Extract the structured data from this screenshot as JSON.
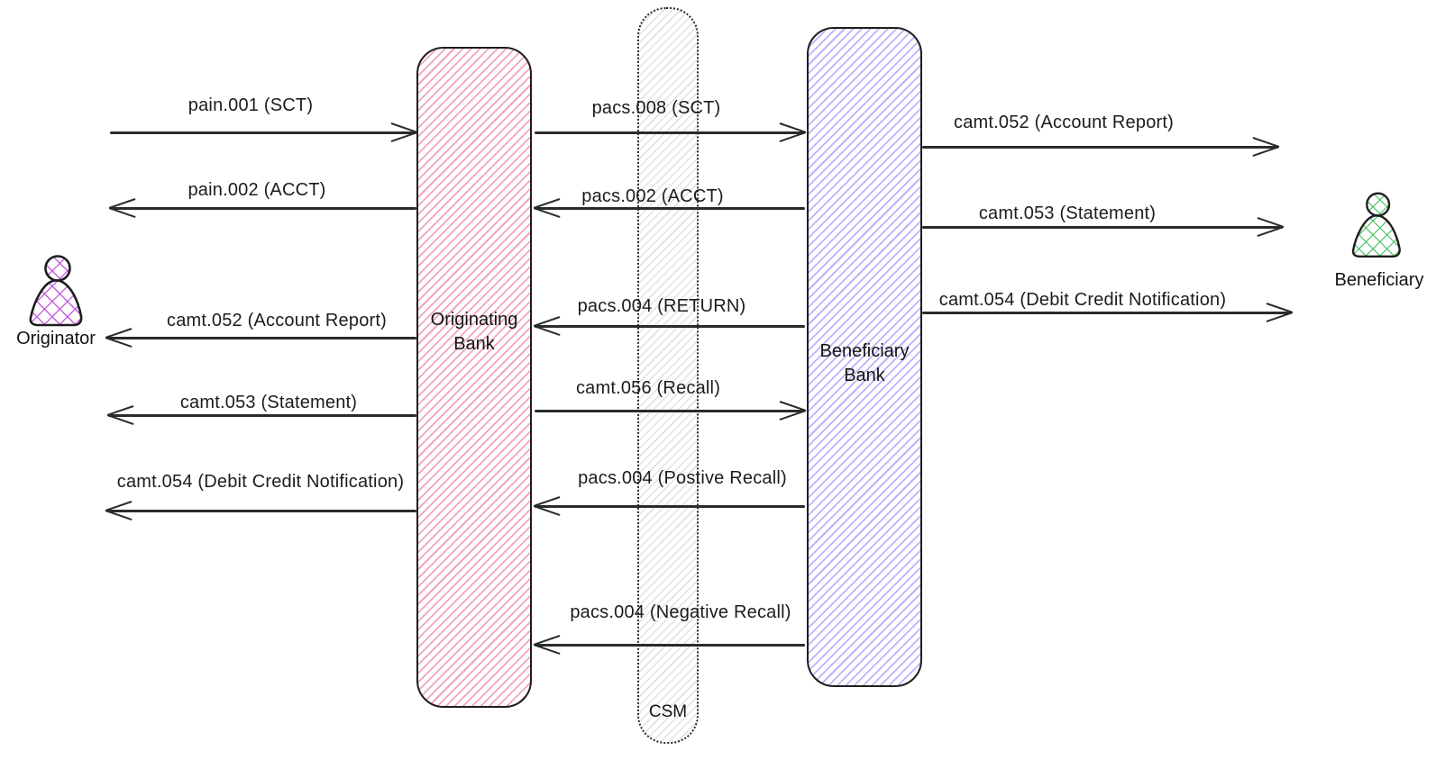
{
  "diagram_type": "payment-message-flow",
  "actors": {
    "originator": {
      "label": "Originator",
      "icon": "person-icon",
      "color": "#be4bdb"
    },
    "beneficiary": {
      "label": "Beneficiary",
      "icon": "person-icon",
      "color": "#40c057"
    }
  },
  "nodes": {
    "originating_bank": {
      "label": "Originating Bank",
      "color": "#e64980",
      "fill_style": "hachure"
    },
    "csm": {
      "label": "CSM",
      "color": "#868e96",
      "fill_style": "hachure",
      "border": "dotted"
    },
    "beneficiary_bank": {
      "label": "Beneficiary Bank",
      "color": "#9775fa",
      "fill_style": "hachure"
    }
  },
  "messages": {
    "originator_leg": [
      {
        "label": "pain.001 (SCT)",
        "direction": "right"
      },
      {
        "label": "pain.002 (ACCT)",
        "direction": "left"
      },
      {
        "label": "camt.052 (Account Report)",
        "direction": "left"
      },
      {
        "label": "camt.053 (Statement)",
        "direction": "left"
      },
      {
        "label": "camt.054 (Debit Credit Notification)",
        "direction": "left"
      }
    ],
    "interbank_leg": [
      {
        "label": "pacs.008 (SCT)",
        "direction": "right"
      },
      {
        "label": "pacs.002 (ACCT)",
        "direction": "left"
      },
      {
        "label": "pacs.004 (RETURN)",
        "direction": "left"
      },
      {
        "label": "camt.056 (Recall)",
        "direction": "right"
      },
      {
        "label": "pacs.004 (Postive Recall)",
        "direction": "left"
      },
      {
        "label": "pacs.004 (Negative Recall)",
        "direction": "left"
      }
    ],
    "beneficiary_leg": [
      {
        "label": "camt.052 (Account Report)",
        "direction": "right"
      },
      {
        "label": "camt.053 (Statement)",
        "direction": "right"
      },
      {
        "label": "camt.054 (Debit Credit Notification)",
        "direction": "right"
      }
    ]
  },
  "colors": {
    "ink": "#1e1e1e",
    "pink": "#e64980",
    "purple": "#9775fa",
    "violet": "#be4bdb",
    "green": "#40c057",
    "gray": "#868e96"
  }
}
